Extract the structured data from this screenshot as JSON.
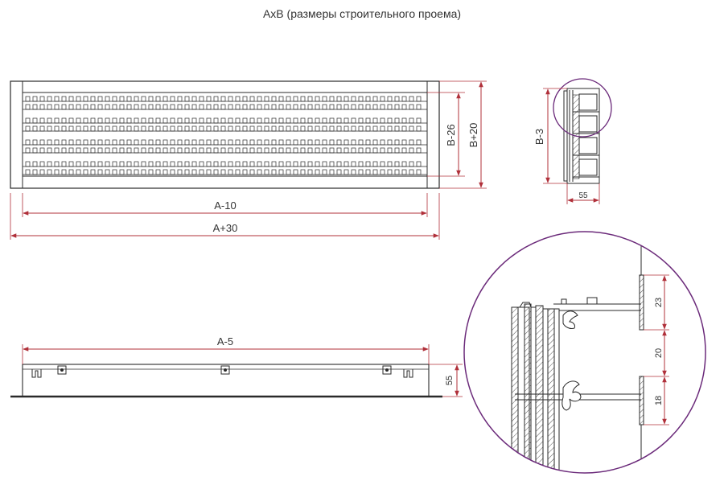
{
  "title": "АхВ (размеры строительного проема)",
  "dims": {
    "front_inner_width": "A-10",
    "front_outer_width": "A+30",
    "front_inner_height": "B-26",
    "front_outer_height": "B+20",
    "side_height": "B-3",
    "side_depth": "55",
    "bottom_width": "A-5",
    "bottom_depth": "55",
    "detail_top": "23",
    "detail_mid": "20",
    "detail_bottom": "18"
  },
  "colors": {
    "dimension": "#b0303a",
    "outline": "#2a2a2a",
    "callout": "#6b2a7a"
  }
}
